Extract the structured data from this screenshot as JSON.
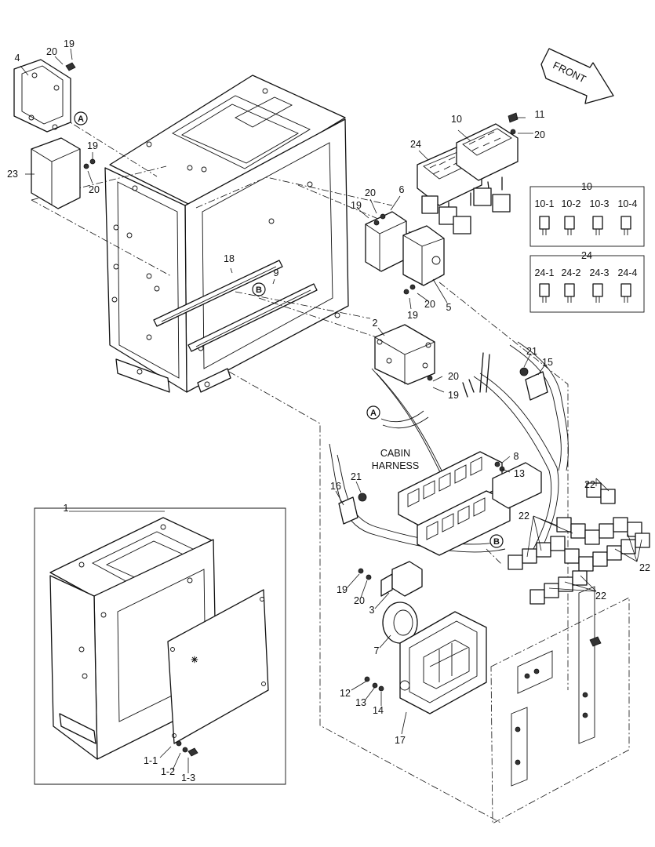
{
  "arrow": {
    "text": "FRONT"
  },
  "harness": {
    "line1": "CABIN",
    "line2": "HARNESS"
  },
  "markers": {
    "a": "A",
    "b": "B"
  },
  "labels": {
    "l1": "1",
    "l1_1": "1-1",
    "l1_2": "1-2",
    "l1_3": "1-3",
    "l2": "2",
    "l3": "3",
    "l4": "4",
    "l5": "5",
    "l6": "6",
    "l7": "7",
    "l8": "8",
    "l9": "9",
    "l10": "10",
    "l10box": "10",
    "l10_1": "10-1",
    "l10_2": "10-2",
    "l10_3": "10-3",
    "l10_4": "10-4",
    "l11": "11",
    "l12": "12",
    "l13": "13",
    "l13b": "13",
    "l14": "14",
    "l15": "15",
    "l16": "16",
    "l17": "17",
    "l18": "18",
    "l19a": "19",
    "l19b": "19",
    "l19c": "19",
    "l19d": "19",
    "l19e": "19",
    "l19f": "19",
    "l20a": "20",
    "l20b": "20",
    "l20c": "20",
    "l20d": "20",
    "l20e": "20",
    "l20f": "20",
    "l20g": "20",
    "l21a": "21",
    "l21b": "21",
    "l22a": "22",
    "l22b": "22",
    "l22c": "22",
    "l22d": "22",
    "l23": "23",
    "l24": "24",
    "l24box": "24",
    "l24_1": "24-1",
    "l24_2": "24-2",
    "l24_3": "24-3",
    "l24_4": "24-4"
  }
}
